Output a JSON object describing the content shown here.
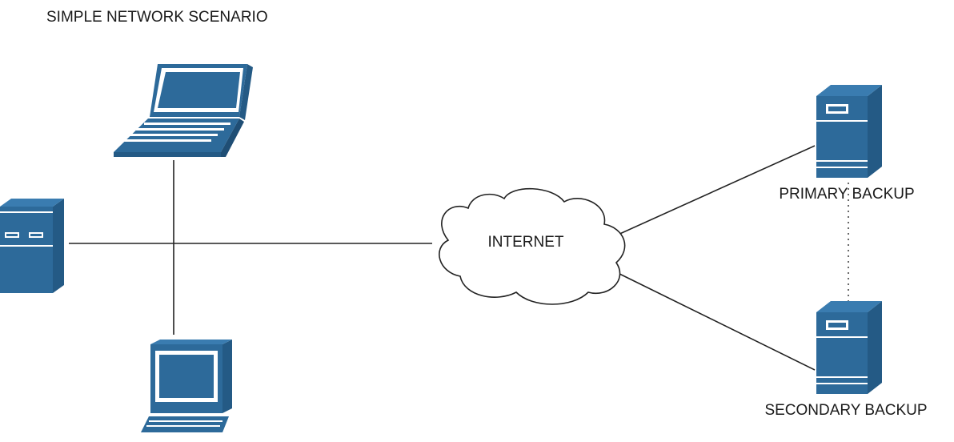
{
  "title": "SIMPLE NETWORK SCENARIO",
  "nodes": {
    "laptop": {
      "icon": "laptop-icon"
    },
    "server_left": {
      "icon": "server-icon"
    },
    "workstation": {
      "icon": "desktop-computer-icon"
    },
    "internet": {
      "label": "INTERNET",
      "icon": "cloud-icon"
    },
    "primary_backup": {
      "label": "PRIMARY BACKUP",
      "icon": "server-tower-icon"
    },
    "secondary_backup": {
      "label": "SECONDARY BACKUP",
      "icon": "server-tower-icon"
    }
  },
  "connections": [
    {
      "from": "laptop",
      "to": "workstation",
      "style": "solid"
    },
    {
      "from": "server_left",
      "to": "internet",
      "style": "solid"
    },
    {
      "from": "internet",
      "to": "primary_backup",
      "style": "solid"
    },
    {
      "from": "internet",
      "to": "secondary_backup",
      "style": "solid"
    },
    {
      "from": "primary_backup",
      "to": "secondary_backup",
      "style": "dotted"
    }
  ],
  "colors": {
    "device_fill": "#2d6a9a",
    "device_dark": "#245a85",
    "line": "#222222",
    "background": "#ffffff"
  }
}
